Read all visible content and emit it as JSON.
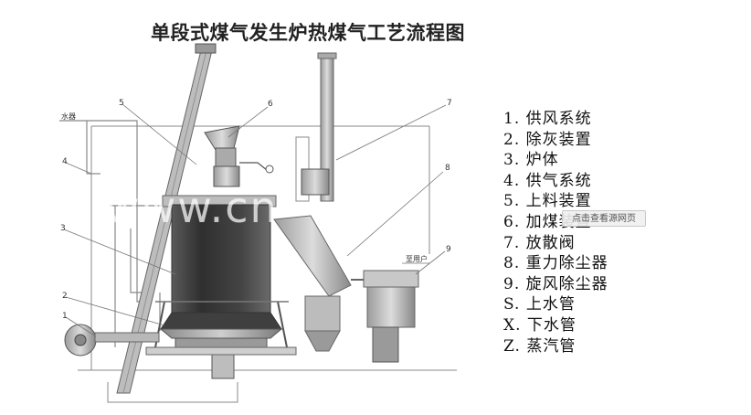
{
  "diagram": {
    "title": "单段式煤气发生炉热煤气工艺流程图",
    "callouts": [
      "1",
      "2",
      "3",
      "4",
      "5",
      "6",
      "7",
      "8",
      "9"
    ],
    "tags": {
      "water_tank": "水器",
      "to_user": "至用户"
    }
  },
  "legend": {
    "items": [
      "1. 供风系统",
      "2. 除灰装置",
      "3. 炉体",
      "4. 供气系统",
      "5. 上料装置",
      "6. 加煤装置",
      "7. 放散阀",
      "8. 重力除尘器",
      "9. 旋风除尘器",
      "S. 上水管",
      "X. 下水管",
      "Z. 蒸汽管"
    ]
  },
  "overlay": {
    "watermark": "www.cn",
    "source_button": "点击查看源网页"
  },
  "colors": {
    "line": "#555555",
    "furnace_dark": "#3a3a3a",
    "furnace_light": "#8a8a8a",
    "pipe": "#9a9a9a"
  }
}
